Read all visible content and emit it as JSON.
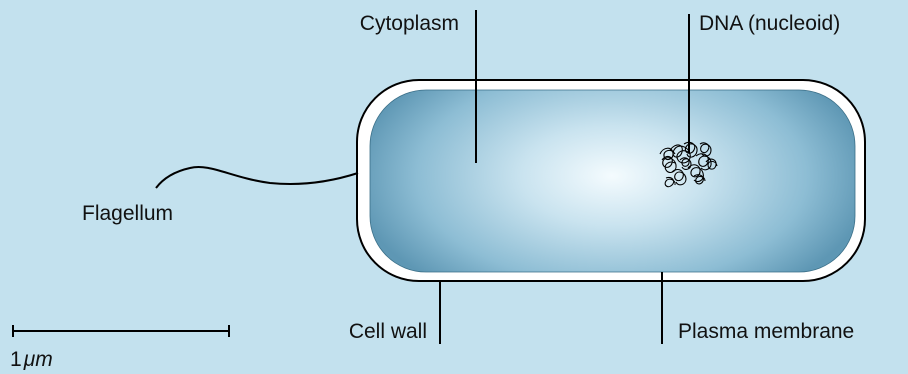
{
  "labels": {
    "cytoplasm": "Cytoplasm",
    "dna": "DNA (nucleoid)",
    "flagellum": "Flagellum",
    "cell_wall": "Cell wall",
    "plasma_membrane": "Plasma membrane"
  },
  "scale_bar": {
    "number": "1",
    "unit": "μm"
  },
  "colors": {
    "background": "#c3e1ee",
    "cytoplasm_center": "#f4fbfe",
    "cytoplasm_edge": "#5e97b4",
    "cell_wall": "#ffffff",
    "outline": "#000000"
  }
}
